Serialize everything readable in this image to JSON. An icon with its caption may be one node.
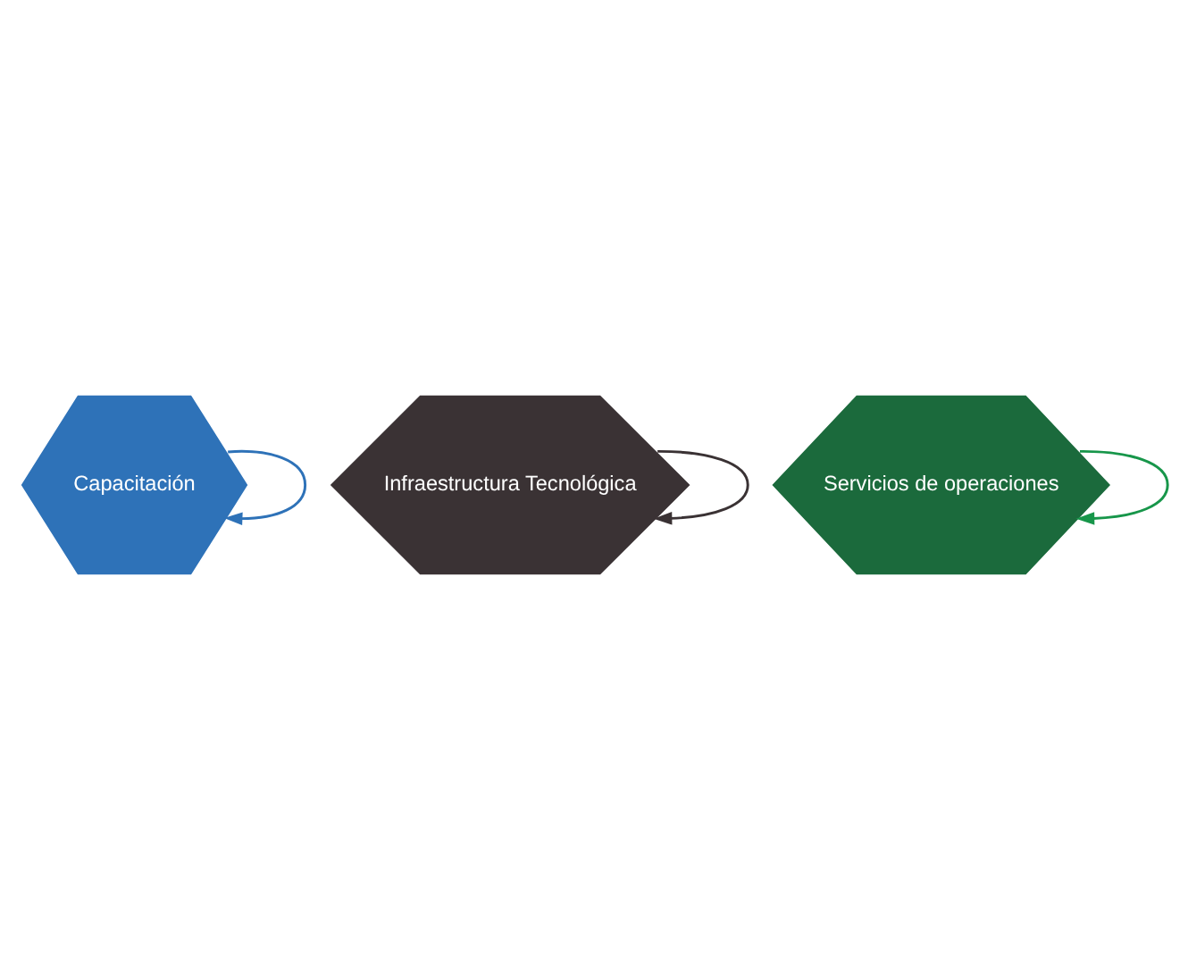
{
  "diagram": {
    "nodes": [
      {
        "text": [
          "Capacitación"
        ]
      },
      {
        "text": [
          "Infraestructura Tecnológica"
        ]
      },
      {
        "text": [
          "Servicios de operaciones"
        ]
      }
    ],
    "edges": [
      {
        "from": 0,
        "to": 0,
        "arrow": "to",
        "color": "#2e72b8"
      },
      {
        "from": 1,
        "to": 1,
        "arrow": "to",
        "color": "#3a3234"
      },
      {
        "from": 2,
        "to": 2,
        "arrow": "to",
        "color": "#17964a"
      }
    ]
  }
}
